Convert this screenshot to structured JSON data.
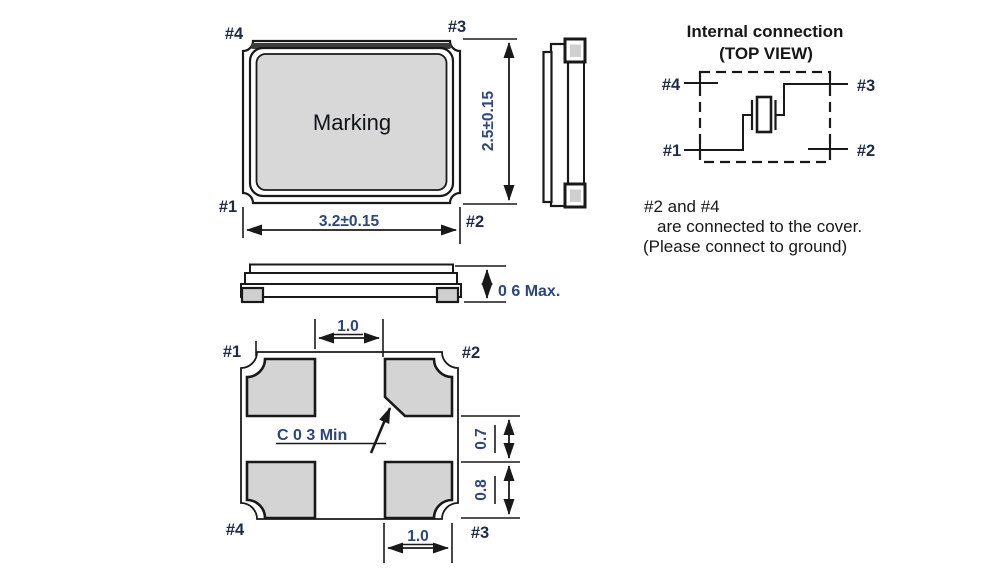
{
  "colors": {
    "bg": "#ffffff",
    "line": "#191919",
    "pad_fill": "#d4d4d4",
    "lid_fill": "#d8d8d8",
    "band_fill": "#3c3c3c",
    "label_text": "#1f2b47",
    "dim_text": "#2d4680",
    "body_text": "#171717",
    "marking_text": "#101418"
  },
  "top_view": {
    "marking": "Marking",
    "width_dim": "3.2±0.15",
    "height_dim": "2.5±0.15",
    "pins": {
      "p1": "#1",
      "p2": "#2",
      "p3": "#3",
      "p4": "#4"
    }
  },
  "front_view": {
    "height_dim": "0 6 Max."
  },
  "bottom_view": {
    "pins": {
      "p1": "#1",
      "p2": "#2",
      "p3": "#3",
      "p4": "#4"
    },
    "dim_top": "1.0",
    "dim_bottom": "1.0",
    "dim_pad_height": "0.7",
    "dim_pad_offset": "0.8",
    "chamfer_note": "C 0 3 Min"
  },
  "internal_connection": {
    "title": "Internal connection",
    "subtitle": "(TOP VIEW)",
    "pins": {
      "p1": "#1",
      "p2": "#2",
      "p3": "#3",
      "p4": "#4"
    },
    "note_line1": "#2 and #4",
    "note_line2": "are connected to the cover.",
    "note_line3": "(Please connect to ground)"
  }
}
